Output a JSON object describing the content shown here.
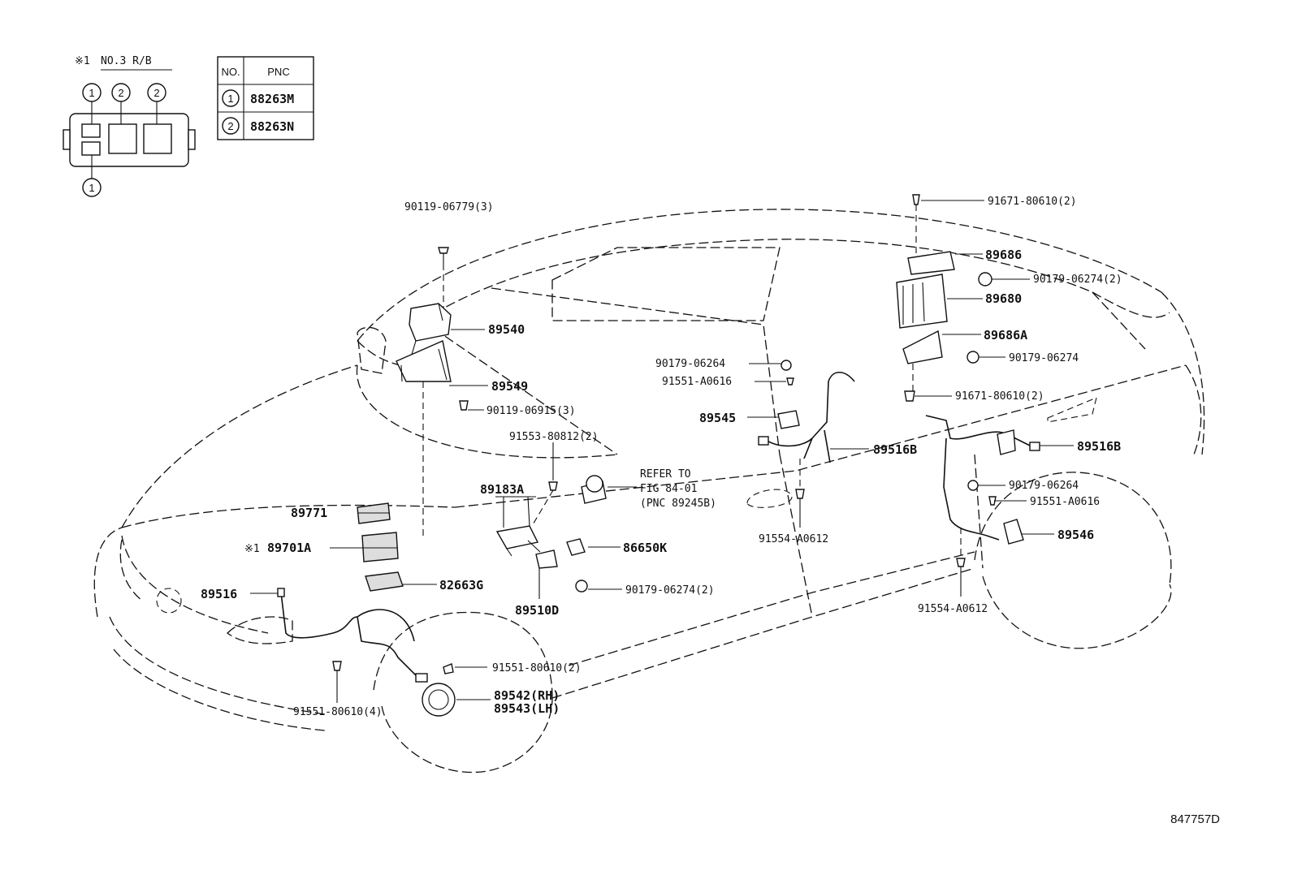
{
  "header": {
    "mark": "※1",
    "relay_block": "NO.3 R/B"
  },
  "pnc_table": {
    "col_no": "NO.",
    "col_pnc": "PNC",
    "rows": [
      {
        "no": "1",
        "pnc": "88263M"
      },
      {
        "no": "2",
        "pnc": "88263N"
      }
    ]
  },
  "relay_block_markers": [
    "1",
    "2",
    "2",
    "1"
  ],
  "refer_note": [
    "REFER TO",
    "FIG 84-01",
    "(PNC 89245B)"
  ],
  "parts": [
    {
      "id": "p90119a",
      "text": "90119-06779(3)"
    },
    {
      "id": "p89540",
      "text": "89540"
    },
    {
      "id": "p89549",
      "text": "89549"
    },
    {
      "id": "p90119b",
      "text": "90119-06915(3)"
    },
    {
      "id": "p91553",
      "text": "91553-80812(2)"
    },
    {
      "id": "p89183A",
      "text": "89183A"
    },
    {
      "id": "p89771",
      "text": "89771"
    },
    {
      "id": "p89701A",
      "text": "89701A"
    },
    {
      "id": "p89701Amark",
      "text": "※1"
    },
    {
      "id": "p82663G",
      "text": "82663G"
    },
    {
      "id": "p89516",
      "text": "89516"
    },
    {
      "id": "p86650K",
      "text": "86650K"
    },
    {
      "id": "p90179c",
      "text": "90179-06274(2)"
    },
    {
      "id": "p89510D",
      "text": "89510D"
    },
    {
      "id": "p91551f",
      "text": "91551-80610(2)"
    },
    {
      "id": "p91551g",
      "text": "91551-80610(4)"
    },
    {
      "id": "p89542",
      "text": "89542(RH)"
    },
    {
      "id": "p89543",
      "text": "89543(LH)"
    },
    {
      "id": "p91671a",
      "text": "91671-80610(2)"
    },
    {
      "id": "p89686",
      "text": "89686"
    },
    {
      "id": "p90179a",
      "text": "90179-06274(2)"
    },
    {
      "id": "p89680",
      "text": "89680"
    },
    {
      "id": "p89686A",
      "text": "89686A"
    },
    {
      "id": "p90179b",
      "text": "90179-06274"
    },
    {
      "id": "p90179d",
      "text": "90179-06264"
    },
    {
      "id": "p91551a",
      "text": "91551-A0616"
    },
    {
      "id": "p91671b",
      "text": "91671-80610(2)"
    },
    {
      "id": "p89545",
      "text": "89545"
    },
    {
      "id": "p89516Ba",
      "text": "89516B"
    },
    {
      "id": "p89516Bb",
      "text": "89516B"
    },
    {
      "id": "p90179e",
      "text": "90179-06264"
    },
    {
      "id": "p91551b",
      "text": "91551-A0616"
    },
    {
      "id": "p89546",
      "text": "89546"
    },
    {
      "id": "p91554a",
      "text": "91554-A0612"
    },
    {
      "id": "p91554b",
      "text": "91554-A0612"
    }
  ],
  "figure_number": "847757D"
}
